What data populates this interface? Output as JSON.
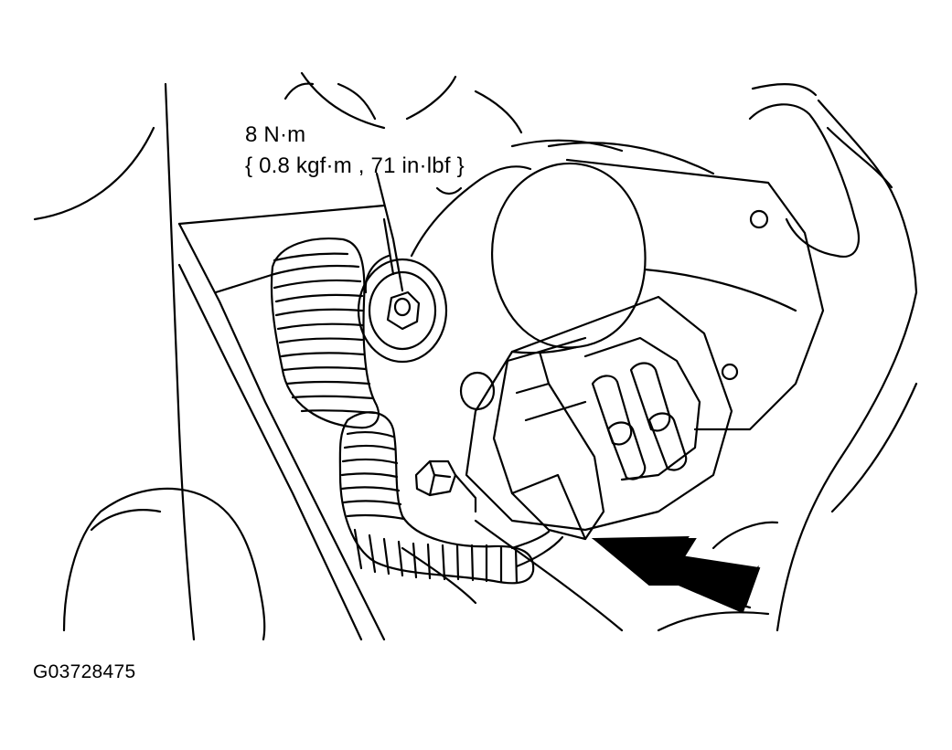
{
  "torque_spec": {
    "value": "8 N·m",
    "alternates": "{ 0.8 kgf·m , 71 in·lbf }"
  },
  "figure_code": "G03728475",
  "colors": {
    "ink": "#000000",
    "paper": "#ffffff"
  }
}
